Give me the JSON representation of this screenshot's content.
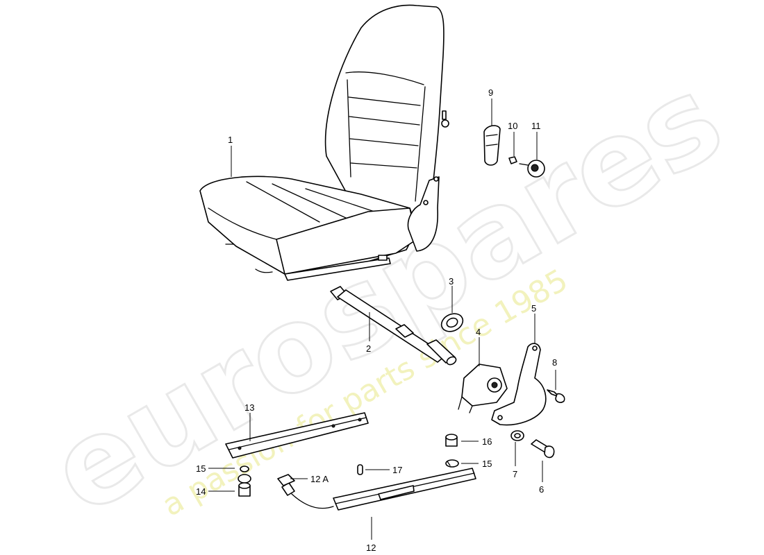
{
  "watermark": {
    "brand": "eurospares",
    "tagline": "a passion for parts since 1985"
  },
  "callouts": [
    {
      "id": "1",
      "label": "1"
    },
    {
      "id": "2",
      "label": "2"
    },
    {
      "id": "3",
      "label": "3"
    },
    {
      "id": "4",
      "label": "4"
    },
    {
      "id": "5",
      "label": "5"
    },
    {
      "id": "6",
      "label": "6"
    },
    {
      "id": "7",
      "label": "7"
    },
    {
      "id": "8",
      "label": "8"
    },
    {
      "id": "9",
      "label": "9"
    },
    {
      "id": "10",
      "label": "10"
    },
    {
      "id": "11",
      "label": "11"
    },
    {
      "id": "12",
      "label": "12"
    },
    {
      "id": "12a",
      "label": "12 A"
    },
    {
      "id": "13",
      "label": "13"
    },
    {
      "id": "14",
      "label": "14"
    },
    {
      "id": "15a",
      "label": "15"
    },
    {
      "id": "15b",
      "label": "15"
    },
    {
      "id": "16",
      "label": "16"
    },
    {
      "id": "17",
      "label": "17"
    }
  ]
}
